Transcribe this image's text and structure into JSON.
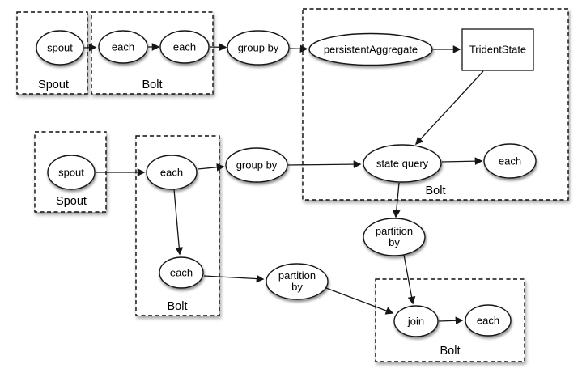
{
  "diagram": {
    "type": "topology-flow-diagram",
    "colors": {
      "stroke": "#000000",
      "node_fill": "#ffffff",
      "background": "#ffffff",
      "text": "#000000"
    },
    "groups": {
      "g1": {
        "label": "Spout"
      },
      "g2": {
        "label": "Bolt"
      },
      "g3": {
        "label": "Bolt"
      },
      "g4": {
        "label": "Spout"
      },
      "g5": {
        "label": "Bolt"
      },
      "g6": {
        "label": "Bolt"
      }
    },
    "nodes": {
      "spout1": {
        "label": "spout"
      },
      "each1": {
        "label": "each"
      },
      "each2": {
        "label": "each"
      },
      "groupby1": {
        "label": "group by"
      },
      "persistent_aggregate": {
        "label": "persistentAggregate"
      },
      "trident_state": {
        "label": "TridentState"
      },
      "state_query": {
        "label": "state query"
      },
      "each3": {
        "label": "each"
      },
      "spout2": {
        "label": "spout"
      },
      "each4": {
        "label": "each"
      },
      "groupby2": {
        "label": "group by"
      },
      "each5": {
        "label": "each"
      },
      "partitionby1": {
        "lines": [
          "partition",
          "by"
        ]
      },
      "partitionby2": {
        "lines": [
          "partition",
          "by"
        ]
      },
      "join": {
        "label": "join"
      },
      "each6": {
        "label": "each"
      }
    }
  }
}
